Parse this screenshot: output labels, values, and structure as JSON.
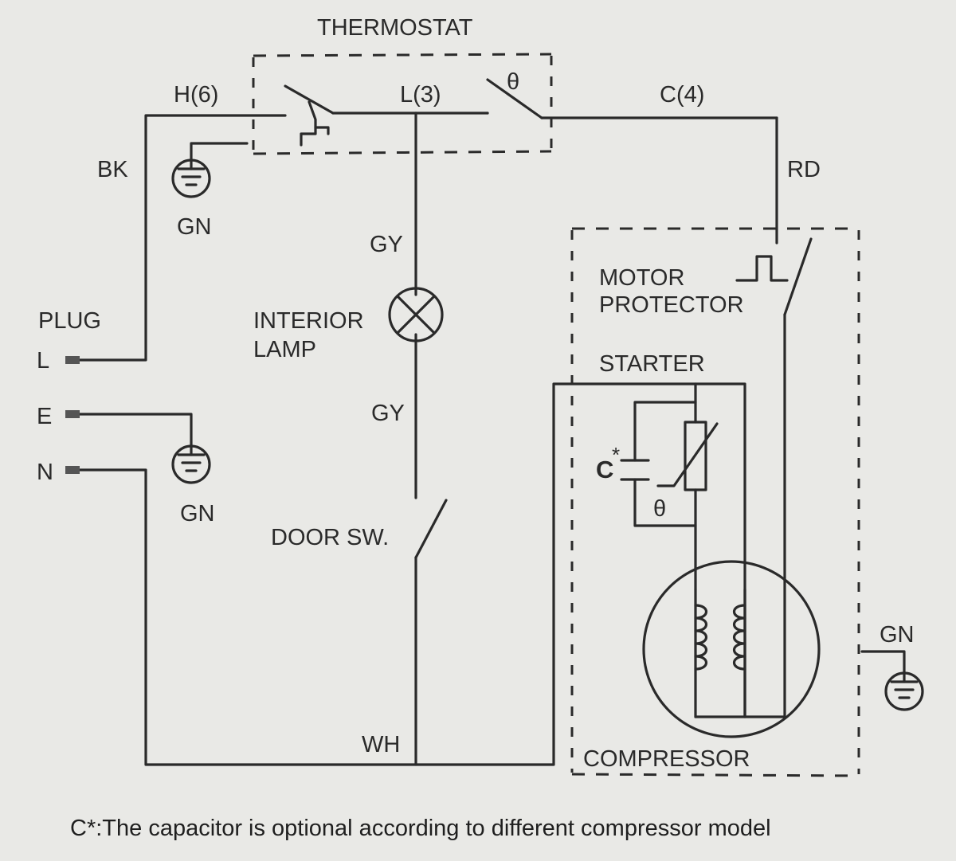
{
  "labels": {
    "thermostat": "THERMOSTAT",
    "h6": "H(6)",
    "l3": "L(3)",
    "c4": "C(4)",
    "theta": "θ",
    "bk": "BK",
    "rd": "RD",
    "gn": "GN",
    "gy": "GY",
    "plug": "PLUG",
    "plug_l": "L",
    "plug_e": "E",
    "plug_n": "N",
    "interior": "INTERIOR",
    "lamp": "LAMP",
    "motor": "MOTOR",
    "protector": "PROTECTOR",
    "starter": "STARTER",
    "capacitor": "C",
    "asterisk": "*",
    "door_sw": "DOOR  SW.",
    "wh": "WH",
    "compressor": "COMPRESSOR"
  },
  "footnote": "C*:The capacitor is optional according to different compressor model"
}
